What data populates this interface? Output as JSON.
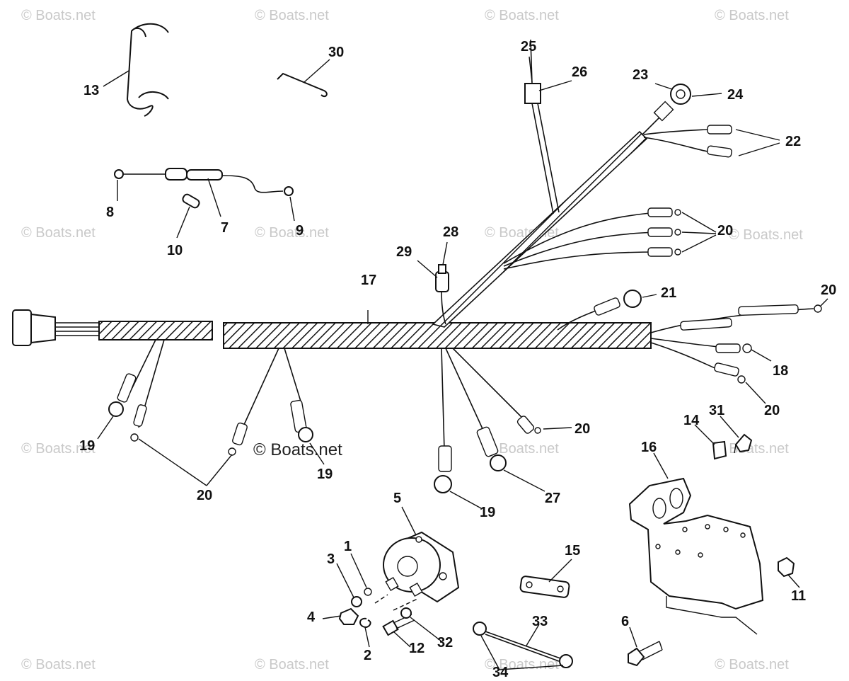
{
  "watermark": {
    "text": "© Boats.net",
    "center_text": "© Boats.net"
  },
  "callouts": {
    "c1": "1",
    "c2": "2",
    "c3": "3",
    "c4": "4",
    "c5": "5",
    "c6": "6",
    "c7": "7",
    "c8": "8",
    "c9": "9",
    "c10": "10",
    "c11": "11",
    "c12": "12",
    "c13": "13",
    "c14": "14",
    "c15": "15",
    "c16": "16",
    "c17": "17",
    "c18": "18",
    "c19a": "19",
    "c19b": "19",
    "c19c": "19",
    "c20a": "20",
    "c20b": "20",
    "c20c": "20",
    "c20d": "20",
    "c20e": "20",
    "c21": "21",
    "c22": "22",
    "c23": "23",
    "c24": "24",
    "c25": "25",
    "c26": "26",
    "c27": "27",
    "c28": "28",
    "c29": "29",
    "c30": "30",
    "c31": "31",
    "c32": "32",
    "c33": "33",
    "c34": "34"
  }
}
